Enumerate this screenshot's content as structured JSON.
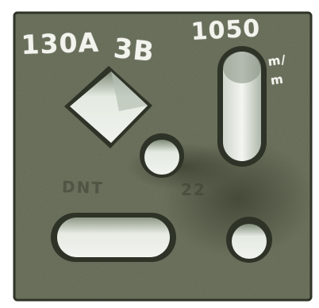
{
  "photo": {
    "background_color": "#ffffff",
    "plate_color": "#5f6650",
    "hole_color": "#e2e8de"
  },
  "chalk_marks": {
    "current": "130A",
    "passes": "3B",
    "speed": "1050",
    "speed_unit": "m/\nm"
  },
  "stamp": {
    "left": "DNT",
    "right": "22"
  }
}
